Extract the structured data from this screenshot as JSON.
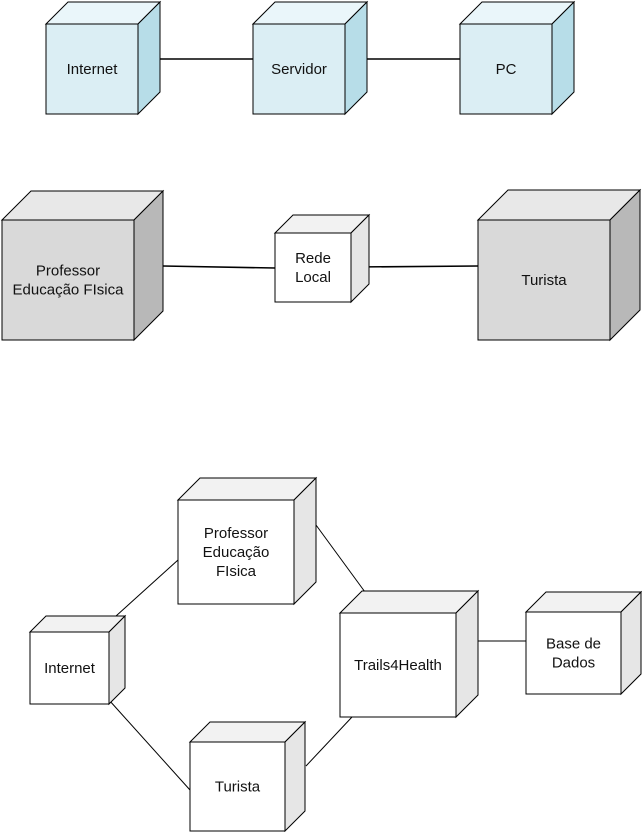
{
  "colors": {
    "light_blue_front": "#dbeef4",
    "light_blue_side": "#b7dde8",
    "light_blue_top": "#eaf6fa",
    "gray_front": "#d9d9d9",
    "gray_side": "#b8b8b8",
    "gray_top": "#e8e8e8",
    "white_front": "#ffffff",
    "white_side": "#e6e6e6",
    "white_top": "#f2f2f2",
    "stroke": "#000000"
  },
  "diagrams": [
    {
      "nodes": [
        {
          "id": "internet",
          "lines": [
            "Internet"
          ],
          "style": "light_blue"
        },
        {
          "id": "servidor",
          "lines": [
            "Servidor"
          ],
          "style": "light_blue"
        },
        {
          "id": "pc",
          "lines": [
            "PC"
          ],
          "style": "light_blue"
        }
      ],
      "edges": [
        [
          "internet",
          "servidor"
        ],
        [
          "servidor",
          "pc"
        ]
      ]
    },
    {
      "nodes": [
        {
          "id": "professor",
          "lines": [
            "Professor",
            "Educação FIsica"
          ],
          "style": "gray"
        },
        {
          "id": "rede-local",
          "lines": [
            "Rede",
            "Local"
          ],
          "style": "white"
        },
        {
          "id": "turista",
          "lines": [
            "Turista"
          ],
          "style": "gray"
        }
      ],
      "edges": [
        [
          "professor",
          "rede-local"
        ],
        [
          "rede-local",
          "turista"
        ]
      ]
    },
    {
      "nodes": [
        {
          "id": "internet",
          "lines": [
            "Internet"
          ],
          "style": "white"
        },
        {
          "id": "professor",
          "lines": [
            "Professor",
            "Educação",
            "FIsica"
          ],
          "style": "white"
        },
        {
          "id": "turista",
          "lines": [
            "Turista"
          ],
          "style": "white"
        },
        {
          "id": "trails4health",
          "lines": [
            "Trails4Health"
          ],
          "style": "white"
        },
        {
          "id": "base-de-dados",
          "lines": [
            "Base de",
            "Dados"
          ],
          "style": "white"
        }
      ],
      "edges": [
        [
          "internet",
          "professor"
        ],
        [
          "internet",
          "turista"
        ],
        [
          "professor",
          "trails4health"
        ],
        [
          "turista",
          "trails4health"
        ],
        [
          "trails4health",
          "base-de-dados"
        ]
      ]
    }
  ]
}
